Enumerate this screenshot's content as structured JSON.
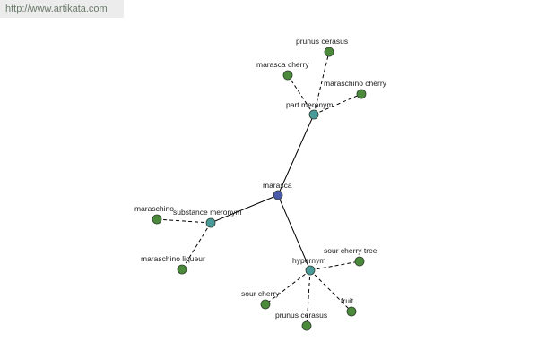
{
  "watermark": "http://www.artikata.com",
  "colors": {
    "root": "#4a5aa8",
    "relation": "#4a9a9a",
    "leaf": "#4a8a3a"
  },
  "graph": {
    "root": {
      "id": "marasca",
      "label": "marasca"
    },
    "relations": [
      {
        "id": "part-meronym",
        "label": "part meronym",
        "leaves": [
          {
            "id": "prunus-cerasus-1",
            "label": "prunus cerasus"
          },
          {
            "id": "marasca-cherry",
            "label": "marasca cherry"
          },
          {
            "id": "maraschino-cherry",
            "label": "maraschino cherry"
          }
        ]
      },
      {
        "id": "substance-meronym",
        "label": "substance meronym",
        "leaves": [
          {
            "id": "maraschino",
            "label": "maraschino"
          },
          {
            "id": "maraschino-liqueur",
            "label": "maraschino liqueur"
          }
        ]
      },
      {
        "id": "hypernym",
        "label": "hypernym",
        "leaves": [
          {
            "id": "sour-cherry-tree",
            "label": "sour cherry tree"
          },
          {
            "id": "sour-cherry",
            "label": "sour cherry"
          },
          {
            "id": "fruit",
            "label": "fruit"
          },
          {
            "id": "prunus-cerasus-2",
            "label": "prunus cerasus"
          }
        ]
      }
    ]
  }
}
